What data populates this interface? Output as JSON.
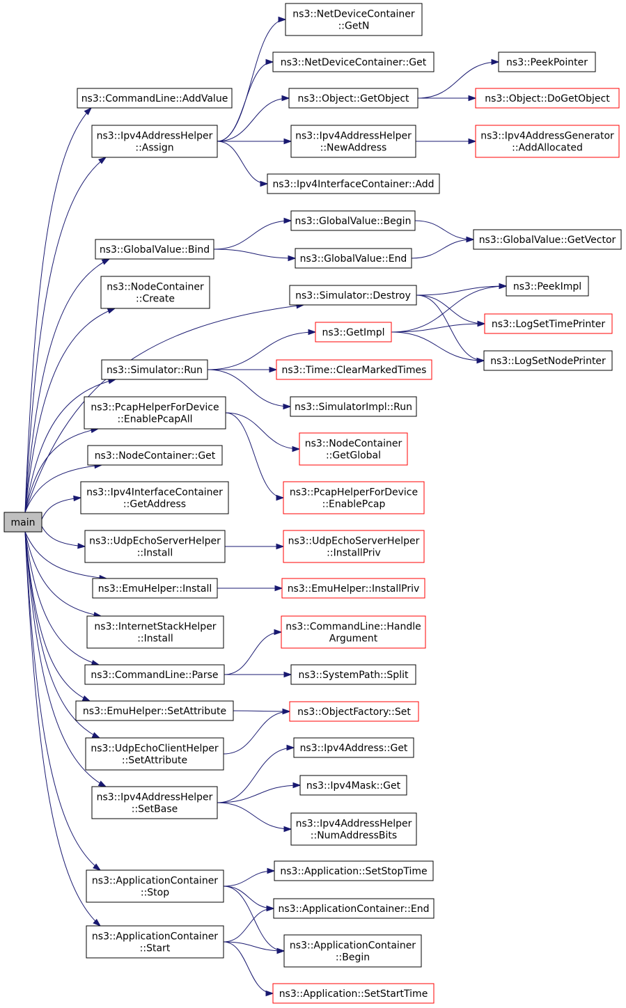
{
  "nodes": {
    "main": {
      "lines": [
        "main"
      ],
      "color": "grey"
    },
    "cl_addvalue": {
      "lines": [
        "ns3::CommandLine::AddValue"
      ],
      "color": "black"
    },
    "ipv4ah_assign": {
      "lines": [
        "ns3::Ipv4AddressHelper",
        "::Assign"
      ],
      "color": "black"
    },
    "gv_bind": {
      "lines": [
        "ns3::GlobalValue::Bind"
      ],
      "color": "black"
    },
    "nc_create": {
      "lines": [
        "ns3::NodeContainer",
        "::Create"
      ],
      "color": "black"
    },
    "sim_run": {
      "lines": [
        "ns3::Simulator::Run"
      ],
      "color": "black"
    },
    "pcap_enableall": {
      "lines": [
        "ns3::PcapHelperForDevice",
        "::EnablePcapAll"
      ],
      "color": "black"
    },
    "nc_get": {
      "lines": [
        "ns3::NodeContainer::Get"
      ],
      "color": "black"
    },
    "ipv4ic_getaddress": {
      "lines": [
        "ns3::Ipv4InterfaceContainer",
        "::GetAddress"
      ],
      "color": "black"
    },
    "udpes_install": {
      "lines": [
        "ns3::UdpEchoServerHelper",
        "::Install"
      ],
      "color": "black"
    },
    "emu_install": {
      "lines": [
        "ns3::EmuHelper::Install"
      ],
      "color": "black"
    },
    "ish_install": {
      "lines": [
        "ns3::InternetStackHelper",
        "::Install"
      ],
      "color": "black"
    },
    "cl_parse": {
      "lines": [
        "ns3::CommandLine::Parse"
      ],
      "color": "black"
    },
    "emu_setattr": {
      "lines": [
        "ns3::EmuHelper::SetAttribute"
      ],
      "color": "black"
    },
    "udpec_setattr": {
      "lines": [
        "ns3::UdpEchoClientHelper",
        "::SetAttribute"
      ],
      "color": "black"
    },
    "ipv4ah_setbase": {
      "lines": [
        "ns3::Ipv4AddressHelper",
        "::SetBase"
      ],
      "color": "black"
    },
    "ac_stop": {
      "lines": [
        "ns3::ApplicationContainer",
        "::Stop"
      ],
      "color": "black"
    },
    "ac_start": {
      "lines": [
        "ns3::ApplicationContainer",
        "::Start"
      ],
      "color": "black"
    },
    "ndc_getn": {
      "lines": [
        "ns3::NetDeviceContainer",
        "::GetN"
      ],
      "color": "black"
    },
    "ndc_get": {
      "lines": [
        "ns3::NetDeviceContainer::Get"
      ],
      "color": "black"
    },
    "obj_getobject": {
      "lines": [
        "ns3::Object::GetObject"
      ],
      "color": "black"
    },
    "ipv4ah_newaddress": {
      "lines": [
        "ns3::Ipv4AddressHelper",
        "::NewAddress"
      ],
      "color": "black"
    },
    "ipv4ic_add": {
      "lines": [
        "ns3::Ipv4InterfaceContainer::Add"
      ],
      "color": "black"
    },
    "gv_begin": {
      "lines": [
        "ns3::GlobalValue::Begin"
      ],
      "color": "black"
    },
    "gv_end": {
      "lines": [
        "ns3::GlobalValue::End"
      ],
      "color": "black"
    },
    "sim_destroy": {
      "lines": [
        "ns3::Simulator::Destroy"
      ],
      "color": "black"
    },
    "getimpl": {
      "lines": [
        "ns3::GetImpl"
      ],
      "color": "red"
    },
    "time_clearmarked": {
      "lines": [
        "ns3::Time::ClearMarkedTimes"
      ],
      "color": "red"
    },
    "simimpl_run": {
      "lines": [
        "ns3::SimulatorImpl::Run"
      ],
      "color": "black"
    },
    "nc_getglobal": {
      "lines": [
        "ns3::NodeContainer",
        "::GetGlobal"
      ],
      "color": "red"
    },
    "pcap_enable": {
      "lines": [
        "ns3::PcapHelperForDevice",
        "::EnablePcap"
      ],
      "color": "red"
    },
    "udpes_installpriv": {
      "lines": [
        "ns3::UdpEchoServerHelper",
        "::InstallPriv"
      ],
      "color": "red"
    },
    "emu_installpriv": {
      "lines": [
        "ns3::EmuHelper::InstallPriv"
      ],
      "color": "red"
    },
    "cl_handlearg": {
      "lines": [
        "ns3::CommandLine::Handle",
        "Argument"
      ],
      "color": "red"
    },
    "sp_split": {
      "lines": [
        "ns3::SystemPath::Split"
      ],
      "color": "black"
    },
    "of_set": {
      "lines": [
        "ns3::ObjectFactory::Set"
      ],
      "color": "red"
    },
    "ipv4a_get": {
      "lines": [
        "ns3::Ipv4Address::Get"
      ],
      "color": "black"
    },
    "ipv4m_get": {
      "lines": [
        "ns3::Ipv4Mask::Get"
      ],
      "color": "black"
    },
    "ipv4ah_numbits": {
      "lines": [
        "ns3::Ipv4AddressHelper",
        "::NumAddressBits"
      ],
      "color": "black"
    },
    "app_setstop": {
      "lines": [
        "ns3::Application::SetStopTime"
      ],
      "color": "black"
    },
    "ac_end": {
      "lines": [
        "ns3::ApplicationContainer::End"
      ],
      "color": "black"
    },
    "ac_begin": {
      "lines": [
        "ns3::ApplicationContainer",
        "::Begin"
      ],
      "color": "black"
    },
    "app_setstart": {
      "lines": [
        "ns3::Application::SetStartTime"
      ],
      "color": "red"
    },
    "peekpointer": {
      "lines": [
        "ns3::PeekPointer"
      ],
      "color": "black"
    },
    "obj_dogetobject": {
      "lines": [
        "ns3::Object::DoGetObject"
      ],
      "color": "red"
    },
    "ipv4ag_addalloc": {
      "lines": [
        "ns3::Ipv4AddressGenerator",
        "::AddAllocated"
      ],
      "color": "red"
    },
    "gv_getvector": {
      "lines": [
        "ns3::GlobalValue::GetVector"
      ],
      "color": "black"
    },
    "peekimpl": {
      "lines": [
        "ns3::PeekImpl"
      ],
      "color": "black"
    },
    "log_settime": {
      "lines": [
        "ns3::LogSetTimePrinter"
      ],
      "color": "red"
    },
    "log_setnode": {
      "lines": [
        "ns3::LogSetNodePrinter"
      ],
      "color": "black"
    }
  },
  "edges": [
    [
      "main",
      "cl_addvalue"
    ],
    [
      "main",
      "ipv4ah_assign"
    ],
    [
      "main",
      "gv_bind"
    ],
    [
      "main",
      "nc_create"
    ],
    [
      "main",
      "sim_destroy"
    ],
    [
      "main",
      "sim_run"
    ],
    [
      "main",
      "pcap_enableall"
    ],
    [
      "main",
      "nc_get"
    ],
    [
      "main",
      "ipv4ic_getaddress"
    ],
    [
      "main",
      "udpes_install"
    ],
    [
      "main",
      "emu_install"
    ],
    [
      "main",
      "ish_install"
    ],
    [
      "main",
      "cl_parse"
    ],
    [
      "main",
      "emu_setattr"
    ],
    [
      "main",
      "udpec_setattr"
    ],
    [
      "main",
      "ipv4ah_setbase"
    ],
    [
      "main",
      "ac_stop"
    ],
    [
      "main",
      "ac_start"
    ],
    [
      "ipv4ah_assign",
      "ndc_getn"
    ],
    [
      "ipv4ah_assign",
      "ndc_get"
    ],
    [
      "ipv4ah_assign",
      "obj_getobject"
    ],
    [
      "ipv4ah_assign",
      "ipv4ah_newaddress"
    ],
    [
      "ipv4ah_assign",
      "ipv4ic_add"
    ],
    [
      "obj_getobject",
      "peekpointer"
    ],
    [
      "obj_getobject",
      "obj_dogetobject"
    ],
    [
      "ipv4ah_newaddress",
      "ipv4ag_addalloc"
    ],
    [
      "gv_bind",
      "gv_begin"
    ],
    [
      "gv_bind",
      "gv_end"
    ],
    [
      "gv_begin",
      "gv_getvector"
    ],
    [
      "gv_end",
      "gv_getvector"
    ],
    [
      "sim_destroy",
      "peekimpl"
    ],
    [
      "sim_destroy",
      "log_settime"
    ],
    [
      "sim_destroy",
      "log_setnode"
    ],
    [
      "getimpl",
      "peekimpl"
    ],
    [
      "getimpl",
      "log_settime"
    ],
    [
      "getimpl",
      "log_setnode"
    ],
    [
      "sim_run",
      "getimpl"
    ],
    [
      "sim_run",
      "time_clearmarked"
    ],
    [
      "sim_run",
      "simimpl_run"
    ],
    [
      "pcap_enableall",
      "nc_getglobal"
    ],
    [
      "pcap_enableall",
      "pcap_enable"
    ],
    [
      "udpes_install",
      "udpes_installpriv"
    ],
    [
      "emu_install",
      "emu_installpriv"
    ],
    [
      "cl_parse",
      "cl_handlearg"
    ],
    [
      "cl_parse",
      "sp_split"
    ],
    [
      "emu_setattr",
      "of_set"
    ],
    [
      "udpec_setattr",
      "of_set"
    ],
    [
      "ipv4ah_setbase",
      "ipv4a_get"
    ],
    [
      "ipv4ah_setbase",
      "ipv4m_get"
    ],
    [
      "ipv4ah_setbase",
      "ipv4ah_numbits"
    ],
    [
      "ac_stop",
      "app_setstop"
    ],
    [
      "ac_stop",
      "ac_end"
    ],
    [
      "ac_stop",
      "ac_begin"
    ],
    [
      "ac_start",
      "ac_end"
    ],
    [
      "ac_start",
      "ac_begin"
    ],
    [
      "ac_start",
      "app_setstart"
    ]
  ]
}
